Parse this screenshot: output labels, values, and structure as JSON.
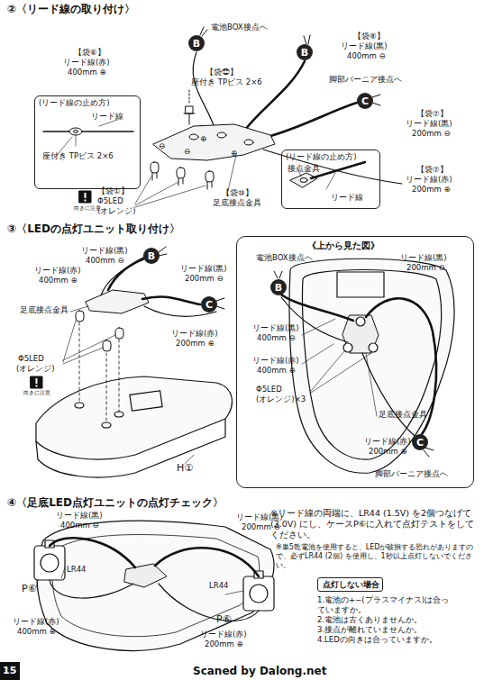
{
  "diagram": {
    "nodes": [
      {
        "text": [
          "B"
        ]
      },
      {
        "text": [
          "B"
        ]
      },
      {
        "text": [
          "(リード線の止め方)",
          "リード線",
          "座付き TPビス 2×6"
        ]
      },
      {
        "text": [
          "C"
        ]
      },
      {
        "text": [
          "(リード線の止め方)",
          "接点金具",
          "リード線"
        ]
      },
      {
        "text": [
          "B"
        ]
      },
      {
        "text": [
          "C"
        ]
      },
      {
        "text": [
          "《上から見た図》"
        ]
      },
      {
        "text": [
          "B"
        ],
        "in": 7
      },
      {
        "text": [
          "C"
        ],
        "in": 7
      },
      {
        "text": [
          "点灯しない場合"
        ]
      },
      {
        "text": [
          "15"
        ]
      }
    ],
    "labels": [
      "②〈リード線の取り付け〉",
      "電池BOX接点へ",
      "【袋⑥】",
      "リード線(赤)",
      "400mm ⊕",
      "【袋㉒】",
      "座付き TPビス 2×6",
      "【袋⑧】",
      "リード線(黒)",
      "400mm ⊖",
      "脚部バーニア接点へ",
      "【袋⑦】",
      "リード線(黒)",
      "200mm ⊖",
      "【袋⑦】",
      "リード線(赤)",
      "200mm ⊕",
      "【袋⑩】",
      "足底接点金具",
      "向きに注意",
      "【袋①】",
      "Φ5LED",
      "(オレンジ)",
      "⊕",
      "⊖",
      "⊕",
      "⊖",
      "③〈LEDの点灯ユニット取り付け〉",
      "リード線(黒)",
      "400mm ⊖",
      "リード線(赤)",
      "400mm ⊕",
      "リード線(黒)",
      "200mm ⊖",
      "足底接点金具",
      "リード線(赤)",
      "200mm ⊕",
      "Φ5LED",
      "(オレンジ)",
      "向きに注意",
      "H①",
      "電池BOX接点へ",
      "リード線(黒)",
      "200mm ⊖",
      "リード線(黒)",
      "400mm ⊖",
      "リード線(赤)",
      "400mm ⊕",
      "Φ5LED",
      "(オレンジ)×3",
      "足底接点金具",
      "リード線(赤)",
      "200mm ⊕",
      "脚部バーニア接点へ",
      "④〈足底LED点灯ユニットの点灯チェック〉",
      "リード線(黒)",
      "400mm ⊖",
      "リード線(黒)",
      "200mm ⊖",
      "LR44",
      "P⑥",
      "LR44",
      "P⑥",
      "リード線(赤)",
      "400mm ⊕",
      "リード線(赤)",
      "200mm ⊕",
      "※リード線の両端に、LR44 (1.5V) を2個つなげて (3.0V) にし、ケースP⑥に入れて点灯テストをしてください。",
      "※単5乾電池を使用すると、LEDが破損する恐れがありますので、必ずLR44 (2個) を使用し、1秒以上点灯しないでください。",
      "1.電池の+−(プラスマイナス)は合っていますか。",
      "2.電池は古くありませんか。",
      "3.接点が離れていませんか。",
      "4.LEDの向きは合っていますか。",
      "Scaned by Dalong.net"
    ]
  }
}
